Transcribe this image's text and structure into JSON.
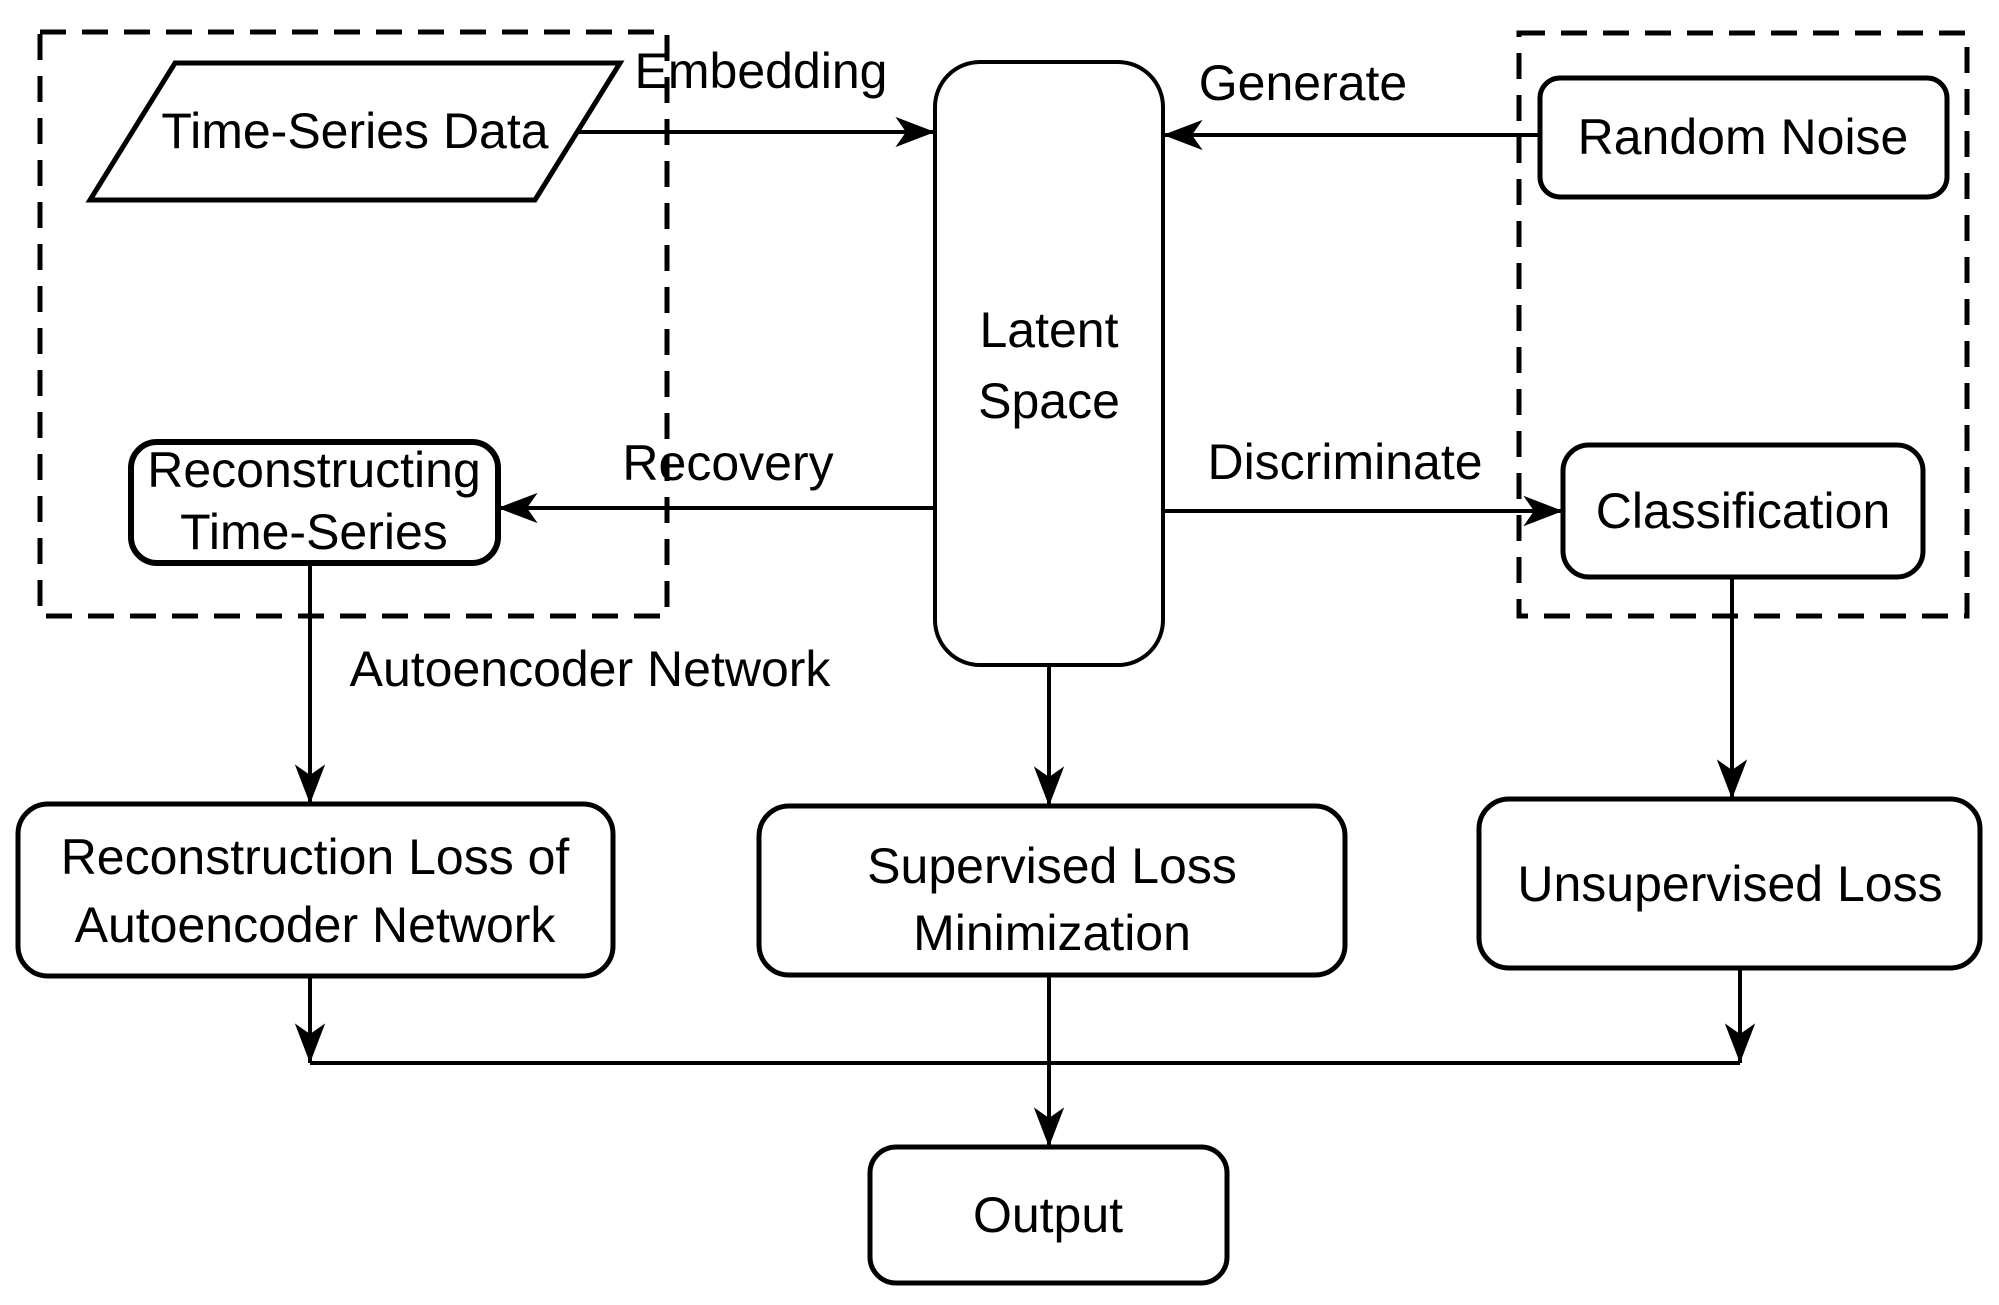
{
  "diagram": {
    "background_color": "#ffffff",
    "stroke_color": "#000000",
    "nodes": {
      "time_series_data": {
        "label": "Time-Series Data",
        "shape": "parallelogram"
      },
      "latent_space": {
        "line1": "Latent",
        "line2": "Space",
        "shape": "rounded-rect"
      },
      "random_noise": {
        "label": "Random Noise",
        "shape": "rounded-rect"
      },
      "reconstructing_time_series": {
        "line1": "Reconstructing",
        "line2": "Time-Series",
        "shape": "rounded-rect"
      },
      "classification": {
        "label": "Classification",
        "shape": "rounded-rect"
      },
      "reconstruction_loss": {
        "line1": "Reconstruction Loss of",
        "line2": "Autoencoder Network",
        "shape": "rounded-rect"
      },
      "supervised_loss": {
        "line1": "Supervised Loss",
        "line2": "Minimization",
        "shape": "rounded-rect"
      },
      "unsupervised_loss": {
        "label": "Unsupervised Loss",
        "shape": "rounded-rect"
      },
      "output": {
        "label": "Output",
        "shape": "rounded-rect"
      }
    },
    "edge_labels": {
      "embedding": "Embedding",
      "generate": "Generate",
      "recovery": "Recovery",
      "discriminate": "Discriminate",
      "autoencoder_network": "Autoencoder Network"
    },
    "edges": [
      {
        "from": "time_series_data",
        "to": "latent_space",
        "label": "Embedding"
      },
      {
        "from": "random_noise",
        "to": "latent_space",
        "label": "Generate"
      },
      {
        "from": "latent_space",
        "to": "reconstructing_time_series",
        "label": "Recovery"
      },
      {
        "from": "latent_space",
        "to": "classification",
        "label": "Discriminate"
      },
      {
        "from": "reconstructing_time_series",
        "to": "reconstruction_loss",
        "label": ""
      },
      {
        "from": "latent_space",
        "to": "supervised_loss",
        "label": ""
      },
      {
        "from": "classification",
        "to": "unsupervised_loss",
        "label": ""
      },
      {
        "from": "reconstruction_loss",
        "to": "output",
        "label": ""
      },
      {
        "from": "supervised_loss",
        "to": "output",
        "label": ""
      },
      {
        "from": "unsupervised_loss",
        "to": "output",
        "label": ""
      }
    ],
    "groups": [
      {
        "name": "autoencoder-group",
        "style": "dashed",
        "contains": [
          "time_series_data",
          "reconstructing_time_series"
        ]
      },
      {
        "name": "gan-group",
        "style": "dashed",
        "contains": [
          "random_noise",
          "classification"
        ]
      }
    ]
  }
}
